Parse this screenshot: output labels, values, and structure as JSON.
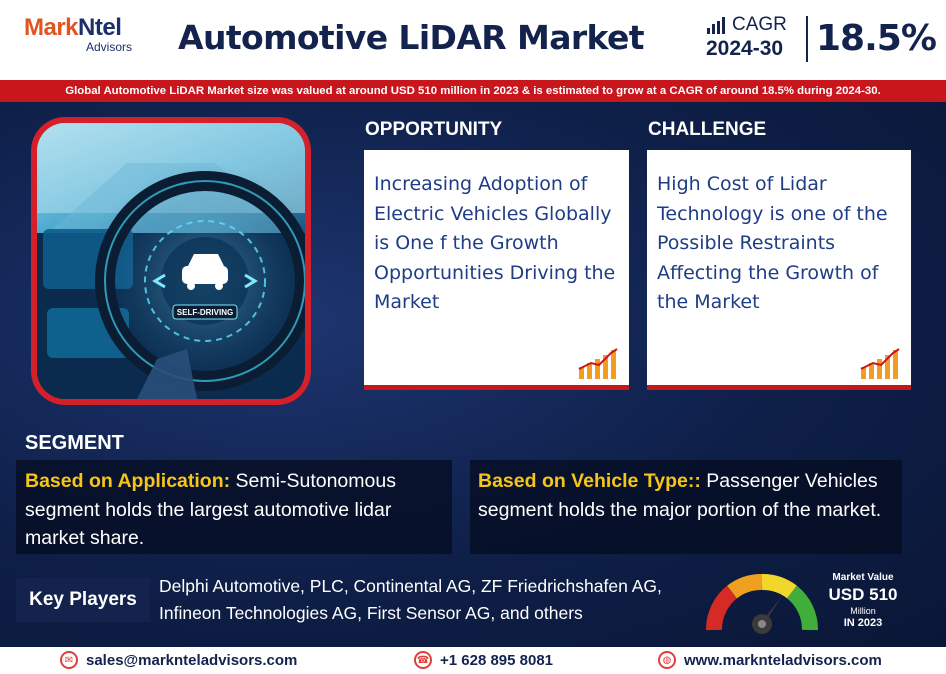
{
  "header": {
    "logo_primary_a": "Mark",
    "logo_primary_b": "Ntel",
    "logo_secondary": "Advisors",
    "title": "Automotive LiDAR Market",
    "cagr_label": "CAGR",
    "cagr_years": "2024-30",
    "cagr_value": "18.5%"
  },
  "banner": "Global Automotive LiDAR Market size was valued at around USD 510 million in 2023 & is estimated to grow at a CAGR of around 18.5% during 2024-30.",
  "image": {
    "badge": "SELF-DRIVING"
  },
  "opportunity": {
    "heading": "OPPORTUNITY",
    "text": "Increasing Adoption of Electric Vehicles Globally is One f the Growth Opportunities Driving the Market"
  },
  "challenge": {
    "heading": "CHALLENGE",
    "text": "High Cost of Lidar Technology is one of the Possible Restraints Affecting the Growth of the  Market"
  },
  "segment": {
    "heading": "SEGMENT",
    "application_label": "Based on Application:",
    "application_text": " Semi-Sutonomous segment holds the largest automotive lidar market share.",
    "vehicle_label": "Based on Vehicle Type::",
    "vehicle_text": " Passenger Vehicles segment holds the major portion of the market."
  },
  "key_players": {
    "label": "Key Players",
    "text": "Delphi Automotive, PLC, Continental AG, ZF Friedrichshafen AG, Infineon Technologies AG, First Sensor AG, and others"
  },
  "market_value": {
    "title": "Market Value",
    "value": "USD 510",
    "unit": "Million",
    "year": "IN 2023"
  },
  "footer": {
    "email": "sales@marknteladvisors.com",
    "phone": "+1 628 895 8081",
    "website": "www.marknteladvisors.com"
  },
  "colors": {
    "navy": "#13234d",
    "red": "#c8161d",
    "orange": "#e2531f",
    "yellow": "#f5c518",
    "card_text": "#1f3d86"
  }
}
